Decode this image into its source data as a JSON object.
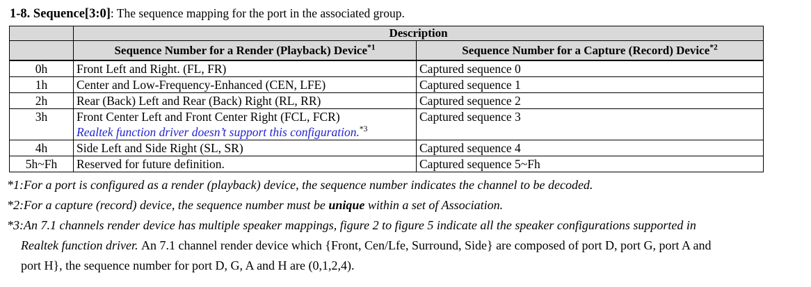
{
  "title": {
    "bold": "1-8. Sequence[3:0]",
    "rest": ": The sequence mapping for the port in the associated group."
  },
  "table": {
    "header": {
      "description": "Description",
      "render_column": "Sequence Number for a Render (Playback) Device",
      "render_sup": "*1",
      "capture_column": "Sequence Number for a Capture (Record) Device",
      "capture_sup": "*2"
    },
    "rows": [
      {
        "value": "0h",
        "render": "Front Left and Right. (FL, FR)",
        "capture": "Captured sequence 0"
      },
      {
        "value": "1h",
        "render": "Center and Low-Frequency-Enhanced (CEN, LFE)",
        "capture": "Captured sequence 1"
      },
      {
        "value": "2h",
        "render": "Rear (Back) Left and Rear (Back) Right (RL, RR)",
        "capture": "Captured sequence 2"
      },
      {
        "value": "3h",
        "render": "Front Center Left and Front Center Right (FCL, FCR)",
        "note": "Realtek function driver doesn’t support this configuration.",
        "note_sup": "*3",
        "capture": "Captured sequence 3"
      },
      {
        "value": "4h",
        "render": "Side Left and Side Right (SL, SR)",
        "capture": "Captured sequence 4"
      },
      {
        "value": "5h~Fh",
        "render": "Reserved for future definition.",
        "capture": "Captured sequence 5~Fh"
      }
    ]
  },
  "footnotes": {
    "f1_marker": "*1:",
    "f1_text": "For a port is configured as a render (playback) device, the sequence number indicates the channel to be decoded.",
    "f2_marker": "*2:",
    "f2_part1": "For a capture (record) device, the sequence number must be ",
    "f2_bold": "unique",
    "f2_part2": " within a set of Association.",
    "f3_marker": "*3:",
    "f3_line1": "An 7.1 channels render device has multiple speaker mappings, figure 2 to figure 5 indicate all the speaker configurations supported in",
    "f3_line2_italic": "Realtek function driver.",
    "f3_line2_upright": "An 7.1 channel render device which {Front, Cen/Lfe, Surround, Side} are composed of port D, port G, port A and",
    "f3_line3": "port H}, the sequence number for port D, G, A and H are (0,1,2,4)."
  },
  "colors": {
    "header_bg": "#d9d9d9",
    "note_blue": "#2424cf",
    "border": "#000000",
    "page_bg": "#ffffff"
  }
}
